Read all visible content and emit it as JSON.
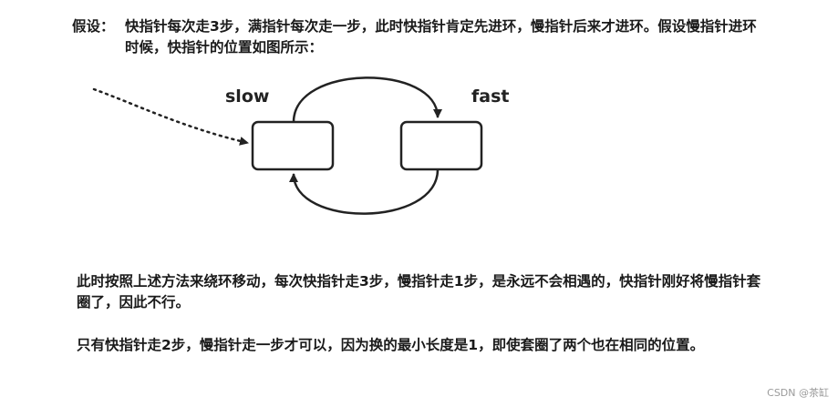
{
  "intro": {
    "label": "假设：",
    "text": "快指针每次走3步，满指针每次走一步，此时快指针肯定先进环，慢指针后来才进环。假设慢指针进环时候，快指针的位置如图所示："
  },
  "diagram": {
    "slow_label": "slow",
    "fast_label": "fast"
  },
  "conclusion": {
    "paragraph1": "此时按照上述方法来绕环移动，每次快指针走3步，慢指针走1步，是永远不会相遇的，快指针刚好将慢指针套圈了，因此不行。",
    "paragraph2": "只有快指针走2步，慢指针走一步才可以，因为换的最小长度是1，即使套圈了两个也在相同的位置。"
  },
  "watermark": "CSDN @茶缸",
  "colors": {
    "text": "#1a1a1a",
    "stroke": "#222222",
    "watermark": "#9a9a9a"
  }
}
